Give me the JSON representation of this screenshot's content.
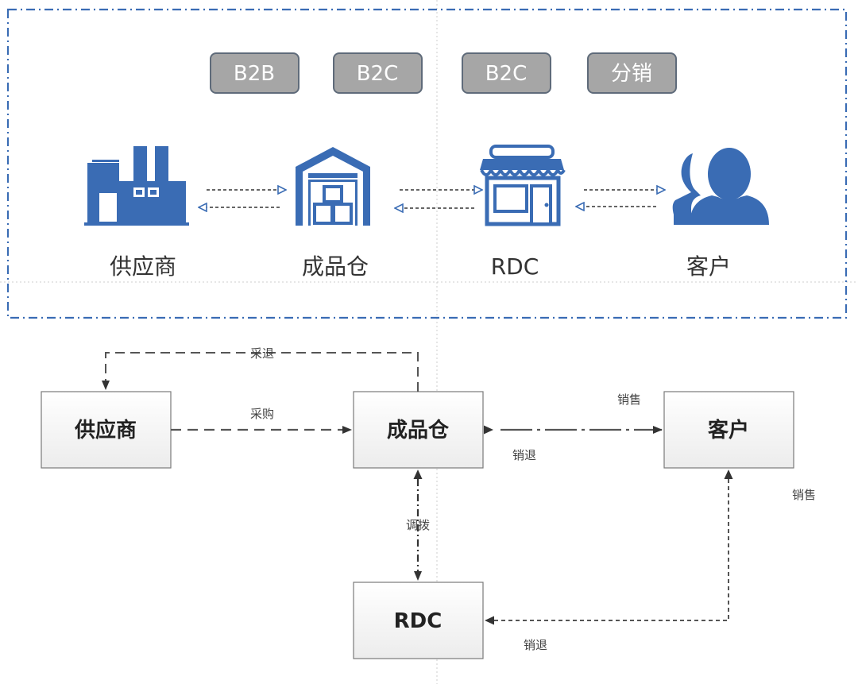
{
  "top_section": {
    "tags": [
      {
        "id": "b2b",
        "label": "B2B"
      },
      {
        "id": "b2c-1",
        "label": "B2C"
      },
      {
        "id": "b2c-2",
        "label": "B2C"
      },
      {
        "id": "distribution",
        "label": "分销"
      }
    ],
    "nodes": [
      {
        "id": "supplier",
        "label": "供应商",
        "icon": "factory-icon"
      },
      {
        "id": "warehouse",
        "label": "成品仓",
        "icon": "warehouse-icon"
      },
      {
        "id": "rdc",
        "label": "RDC",
        "icon": "store-icon"
      },
      {
        "id": "customer",
        "label": "客户",
        "icon": "person-icon"
      }
    ]
  },
  "flow_section": {
    "boxes": [
      {
        "id": "supplier",
        "label": "供应商"
      },
      {
        "id": "warehouse",
        "label": "成品仓"
      },
      {
        "id": "customer",
        "label": "客户"
      },
      {
        "id": "rdc",
        "label": "RDC"
      }
    ],
    "edge_labels": {
      "purchase_return": "采退",
      "purchase": "采购",
      "sales_top": "销售",
      "sales_return_top": "销退",
      "transfer": "调拨",
      "sales_right": "销售",
      "sales_return_bottom": "销退"
    }
  },
  "colors": {
    "icon": "#3a6cb4",
    "tag_fill": "#a6a6a6",
    "tag_border": "#5f6b7a",
    "frame": "#3a6cb4"
  }
}
